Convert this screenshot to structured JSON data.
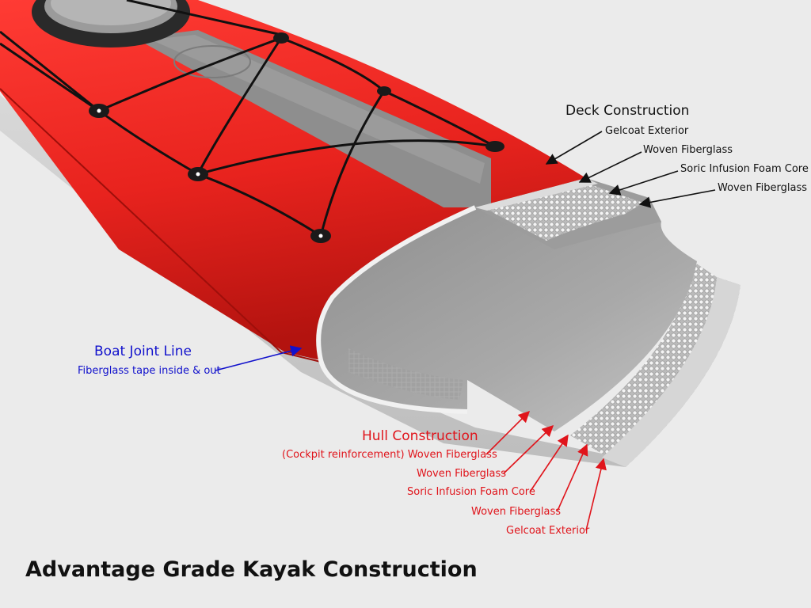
{
  "title": "Advantage Grade Kayak Construction",
  "deck": {
    "heading": "Deck Construction",
    "layers": [
      "Gelcoat Exterior",
      "Woven Fiberglass",
      "Soric Infusion Foam Core",
      "Woven Fiberglass"
    ],
    "color": "#111111"
  },
  "joint": {
    "heading": "Boat Joint Line",
    "note": "Fiberglass tape inside & out",
    "color": "#1111cc"
  },
  "hull": {
    "heading": "Hull Construction",
    "layers": [
      "(Cockpit reinforcement) Woven Fiberglass",
      "Woven Fiberglass",
      "Soric Infusion Foam Core",
      "Woven Fiberglass",
      "Gelcoat Exterior"
    ],
    "color": "#e0141b"
  },
  "colors": {
    "kayak_red": "#e8231e",
    "deck_stripe": "#8c8c8c",
    "background": "#ebebeb",
    "bungee": "#111111"
  }
}
